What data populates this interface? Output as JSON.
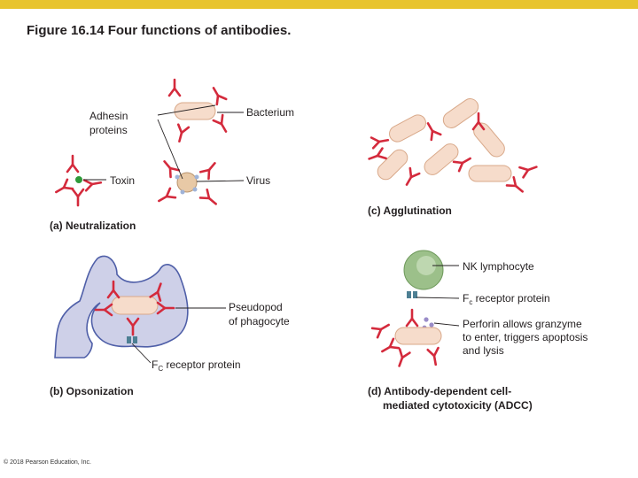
{
  "title": "Figure 16.14  Four functions of antibodies.",
  "colors": {
    "topbar": "#e8c42e",
    "antibody": "#d42a3c",
    "bacterium_fill": "#f6dccb",
    "bacterium_stroke": "#d9a98a",
    "toxin": "#2e9a3a",
    "virus_fill": "#e8c9a6",
    "phagocyte_fill": "#ced0e8",
    "phagocyte_stroke": "#4f5fa8",
    "nk_fill": "#9cc08a",
    "receptor": "#4d7f93",
    "perforin": "#9a8cc8",
    "label": "#231f20"
  },
  "panels": {
    "a": {
      "caption": "(a) Neutralization",
      "labels": {
        "adhesin_line1": "Adhesin",
        "adhesin_line2": "proteins",
        "bacterium": "Bacterium",
        "toxin": "Toxin",
        "virus": "Virus"
      }
    },
    "b": {
      "caption": "(b) Opsonization",
      "labels": {
        "pseudopod_line1": "Pseudopod",
        "pseudopod_line2": "of phagocyte",
        "fc_prefix": "F",
        "fc_sub": "C",
        "fc_rest": " receptor protein"
      }
    },
    "c": {
      "caption": "(c) Agglutination"
    },
    "d": {
      "caption_line1": "(d) Antibody-dependent cell-",
      "caption_line2": "mediated cytotoxicity (ADCC)",
      "labels": {
        "nk": "NK lymphocyte",
        "fc_prefix": "F",
        "fc_sub": "c",
        "fc_rest": " receptor protein",
        "perforin_line1": "Perforin allows granzyme",
        "perforin_line2": "to enter, triggers apoptosis",
        "perforin_line3": "and lysis"
      }
    }
  },
  "copyright": "© 2018 Pearson Education, Inc."
}
